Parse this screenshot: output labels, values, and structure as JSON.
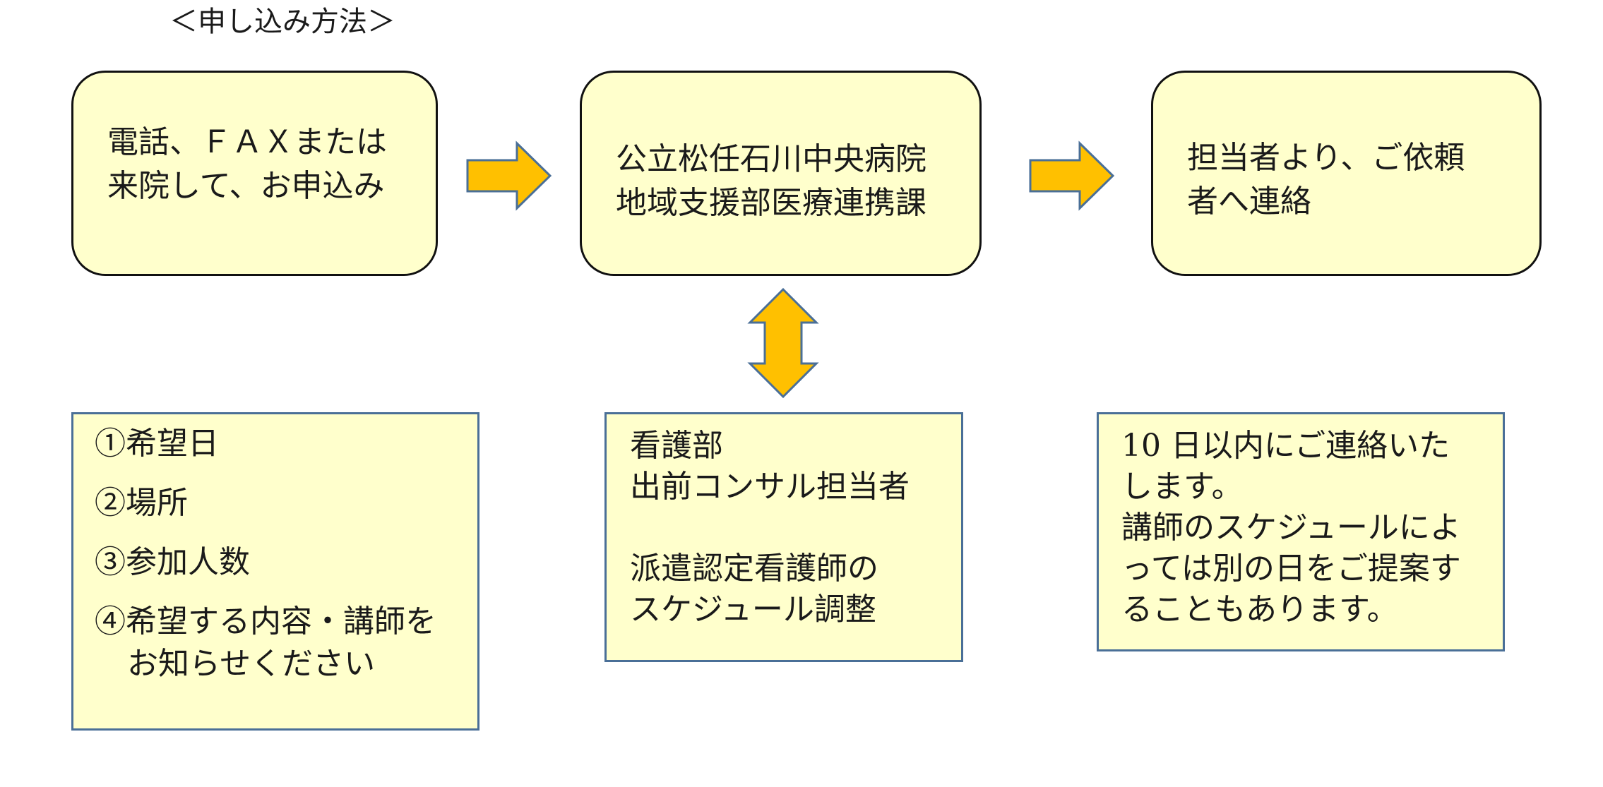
{
  "title": "＜申し込み方法＞",
  "flow": [
    {
      "lines": [
        "電話、ＦＡＸまたは",
        "来院して、お申込み"
      ]
    },
    {
      "lines": [
        "公立松任石川中央病院",
        "地域支援部医療連携課"
      ]
    },
    {
      "lines": [
        "担当者より、ご依頼",
        "者へ連絡"
      ]
    }
  ],
  "notes": {
    "request_items": [
      "①希望日",
      "②場所",
      "③参加人数",
      "④希望する内容・講師を",
      "お知らせください"
    ],
    "nursing_dept": [
      "看護部",
      "出前コンサル担当者",
      "派遣認定看護師の",
      "スケジュール調整"
    ],
    "reply": [
      "10 日以内にご連絡いた",
      "します。",
      "講師のスケジュールによ",
      "っては別の日をご提案す",
      "ることもあります。"
    ]
  },
  "colors": {
    "box_fill": "#ffffcc",
    "box_border": "#111111",
    "note_border": "#4a6f97",
    "arrow_fill": "#ffc000",
    "arrow_stroke": "#4a6f97"
  }
}
